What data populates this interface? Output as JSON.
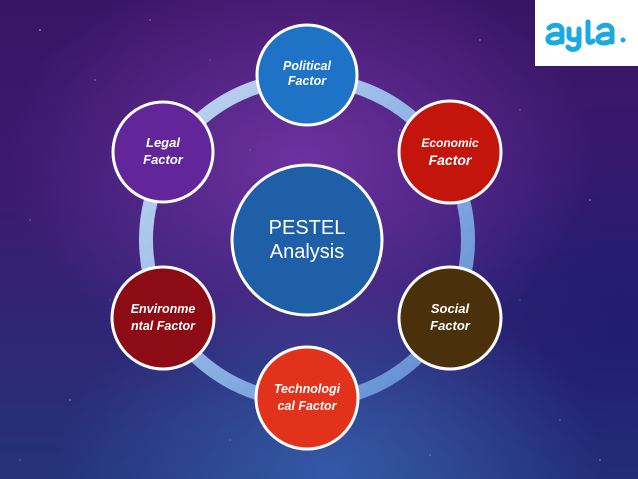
{
  "center": {
    "line1": "PESTEL",
    "line2": "Analysis",
    "color": "#1e5fa8"
  },
  "nodes": [
    {
      "id": "political",
      "line1": "Political",
      "line2": "Factor",
      "color": "#1f73c7"
    },
    {
      "id": "economic",
      "line1": "Economic",
      "line2": "Factor",
      "color": "#c4150d"
    },
    {
      "id": "social",
      "line1": "Social",
      "line2": "Factor",
      "color": "#4a300b"
    },
    {
      "id": "technological",
      "line1": "Technologi",
      "line2": "cal Factor",
      "color": "#e2321b"
    },
    {
      "id": "environmental",
      "line1": "Environme",
      "line2": "ntal Factor",
      "color": "#8c0b14"
    },
    {
      "id": "legal",
      "line1": "Legal",
      "line2": "Factor",
      "color": "#62259a"
    }
  ],
  "logo": {
    "text": "ayla",
    "color": "#1aa9e0",
    "icon": "ayla-logo"
  }
}
